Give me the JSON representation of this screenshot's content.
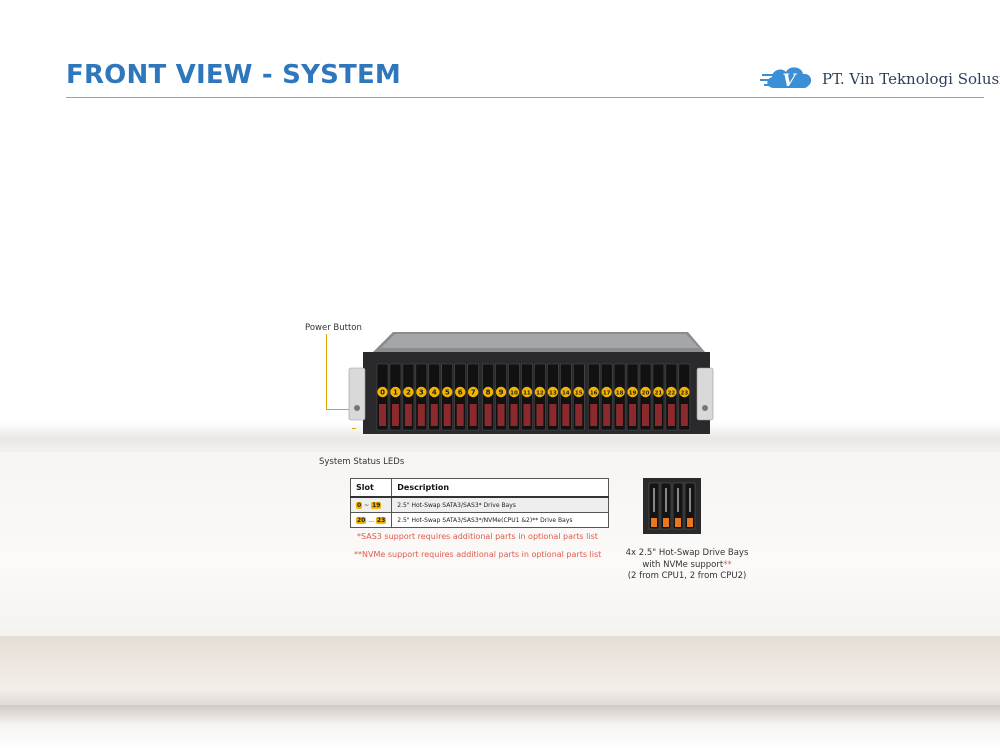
{
  "header": {
    "title": "FRONT VIEW - SYSTEM",
    "company": "PT. Vin Teknologi Solusi",
    "logo_letter": "V",
    "accent_color": "#2e77bd"
  },
  "callouts": {
    "power_button": "Power Button",
    "status_leds": "System Status LEDs"
  },
  "drive_bays": {
    "numbers": [
      "0",
      "1",
      "2",
      "3",
      "4",
      "5",
      "6",
      "7",
      "8",
      "9",
      "10",
      "11",
      "12",
      "13",
      "14",
      "15",
      "16",
      "17",
      "18",
      "19",
      "20",
      "21",
      "22",
      "23"
    ],
    "badge_color": "#f2b400"
  },
  "slot_table": {
    "headers": [
      "Slot",
      "Description"
    ],
    "rows": [
      {
        "slot_from": "0",
        "slot_sep": " ~ ",
        "slot_to": "19",
        "description": "2.5\" Hot-Swap SATA3/SAS3*  Drive Bays"
      },
      {
        "slot_from": "20",
        "slot_sep": " ... ",
        "slot_to": "23",
        "description": "2.5\" Hot-Swap SATA3/SAS3*/NVMe(CPU1  &2)** Drive Bays"
      }
    ]
  },
  "notes": {
    "sas3": "*SAS3 support requires additional parts in optional parts list",
    "nvme": "**NVMe support requires additional parts in optional parts list",
    "note_color": "#e05a4e"
  },
  "nvme_bays": {
    "line1": "4x 2.5\" Hot-Swap Drive Bays",
    "line2": "with NVMe support",
    "line2_mark": "**",
    "line3": "(2 from CPU1, 2 from CPU2)"
  }
}
